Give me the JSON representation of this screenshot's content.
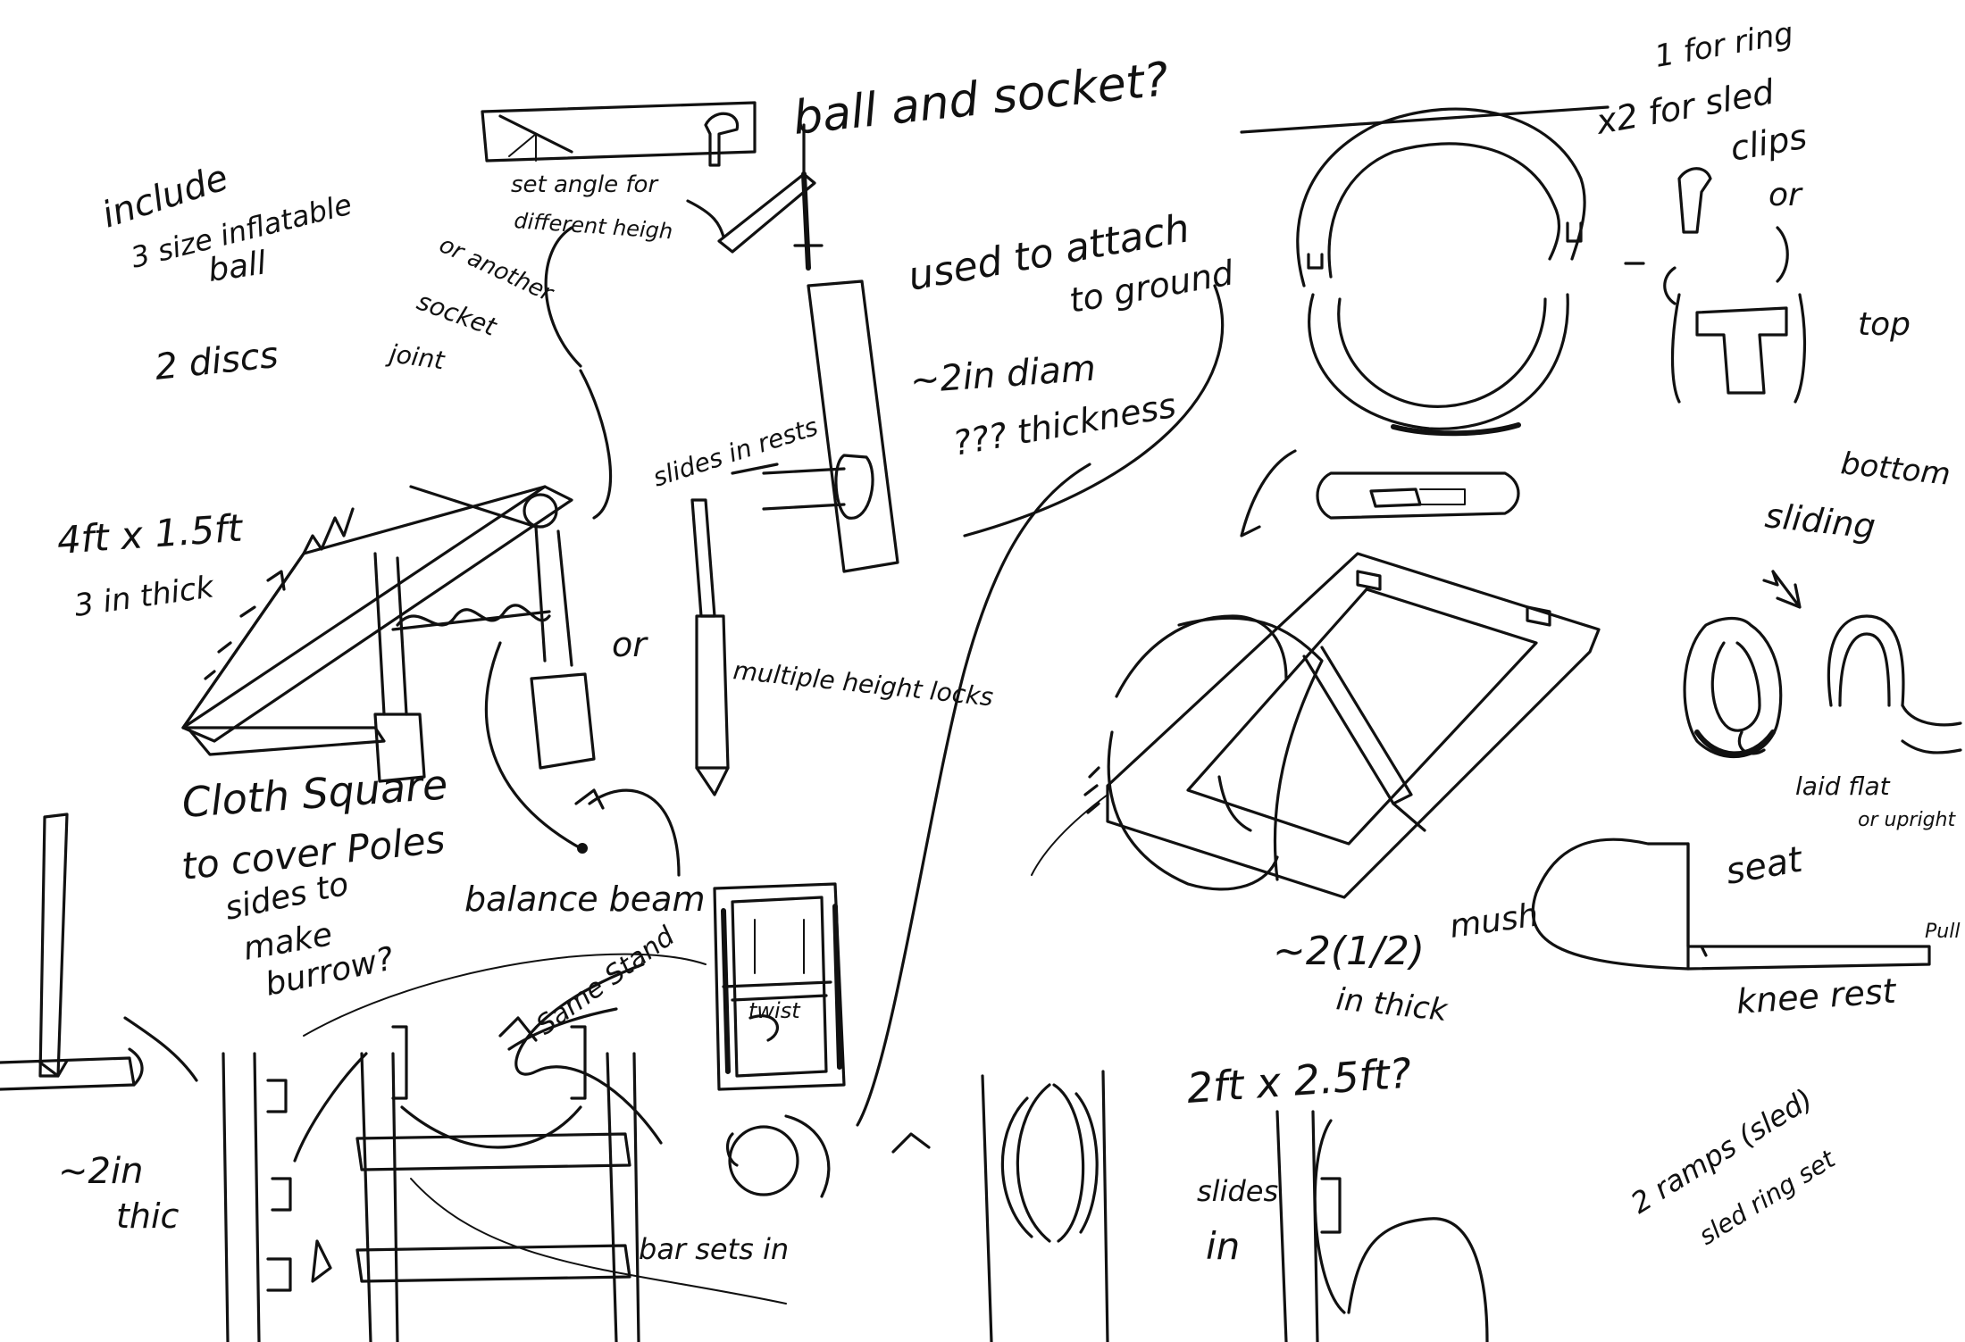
{
  "notes": {
    "ball_and_socket": "ball and socket?",
    "set_angle": "set angle for",
    "different_height": "different heigh",
    "or_another": "or another",
    "socket": "socket",
    "joint": "joint",
    "include": "include",
    "three_size_ball": "3 size inflatable",
    "ball": "ball",
    "two_discs": "2 discs",
    "panel_size": "4ft x 1.5ft",
    "panel_thick": "3 in thick",
    "or_middle": "or",
    "cloth_square": "Cloth Square",
    "to_cover_poles": "to cover Poles",
    "sides_to": "sides to",
    "make": "make",
    "burrow": "burrow?",
    "balance_beam": "balance beam",
    "same_stand": "Same Stand",
    "slides_in_rests": "slides in rests",
    "multiple_height_locks": "multiple height locks",
    "used_to_attach": "used to attach",
    "to_ground": "to ground",
    "two_in_diam": "~2in diam",
    "thickness": "??? thickness",
    "twist": "twist",
    "bar_sets_in": "bar sets in",
    "two_in": "~2in",
    "thic": "thic",
    "one_for_ring": "1 for ring",
    "x2_for_sled": "x2 for sled",
    "clips": "clips",
    "or_right": "or",
    "top": "top",
    "bottom": "bottom",
    "sliding": "sliding",
    "laid_flat": "laid flat",
    "or_upright": "or upright",
    "seat": "seat",
    "mush": "mush",
    "pull": "Pull",
    "knee_rest": "knee rest",
    "two_half": "~2(1/2)",
    "in_thick": "in thick",
    "sled_size": "2ft x 2.5ft?",
    "slides": "slides",
    "in": "in",
    "two_ramps": "2 ramps (sled)",
    "sled_ring_set": "sled ring set"
  }
}
